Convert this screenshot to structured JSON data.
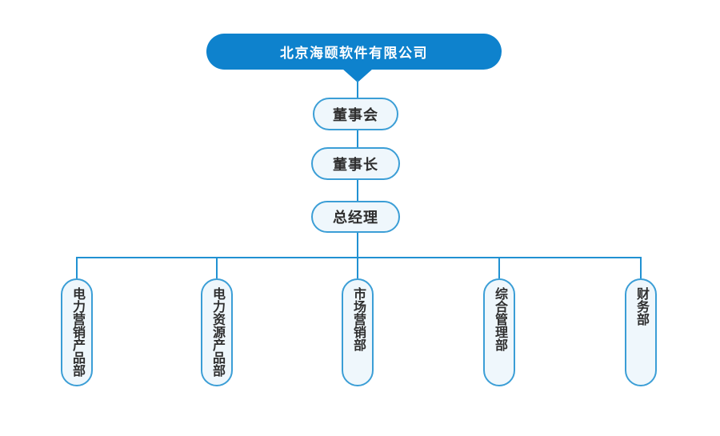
{
  "org_chart": {
    "company": "北京海颐软件有限公司",
    "hierarchy": [
      "董事会",
      "董事长",
      "总经理"
    ],
    "departments": [
      "电力营销产品部",
      "电力资源产品部",
      "市场营销部",
      "综合管理部",
      "财务部"
    ],
    "colors": {
      "root_fill": "#0e82cd",
      "root_text": "#ffffff",
      "node_fill": "#eff7fc",
      "node_border": "#3b9ed6",
      "connector": "#2191d2",
      "node_text": "#2e2e2e"
    }
  }
}
